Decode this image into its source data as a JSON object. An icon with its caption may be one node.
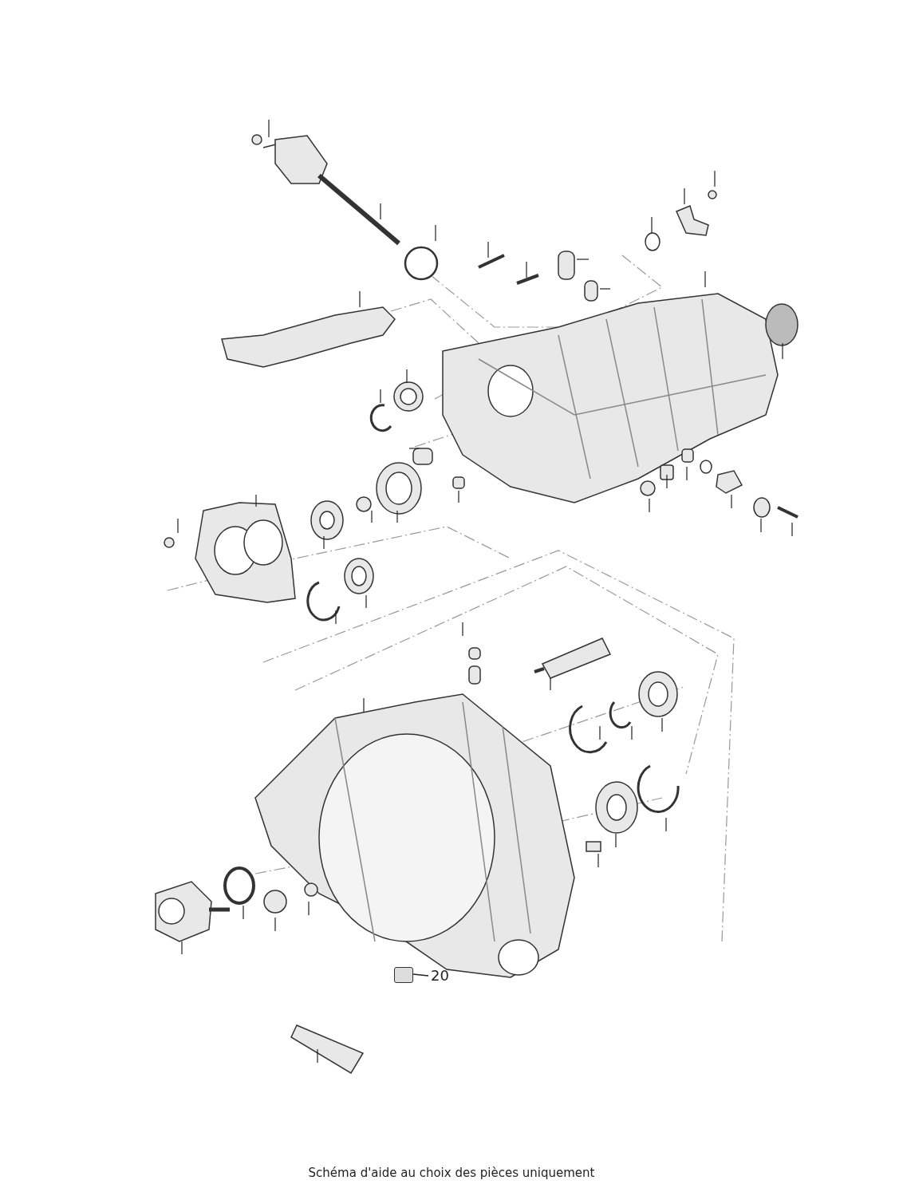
{
  "diagram": {
    "caption": "Schéma d'aide au choix des pièces uniquement",
    "nodes": [
      {
        "text": [
          "20"
        ]
      },
      {
        "text": [],
        "shape": "box"
      }
    ],
    "edges": [
      {
        "from": 0,
        "to": 1,
        "arrow": "none"
      }
    ]
  }
}
